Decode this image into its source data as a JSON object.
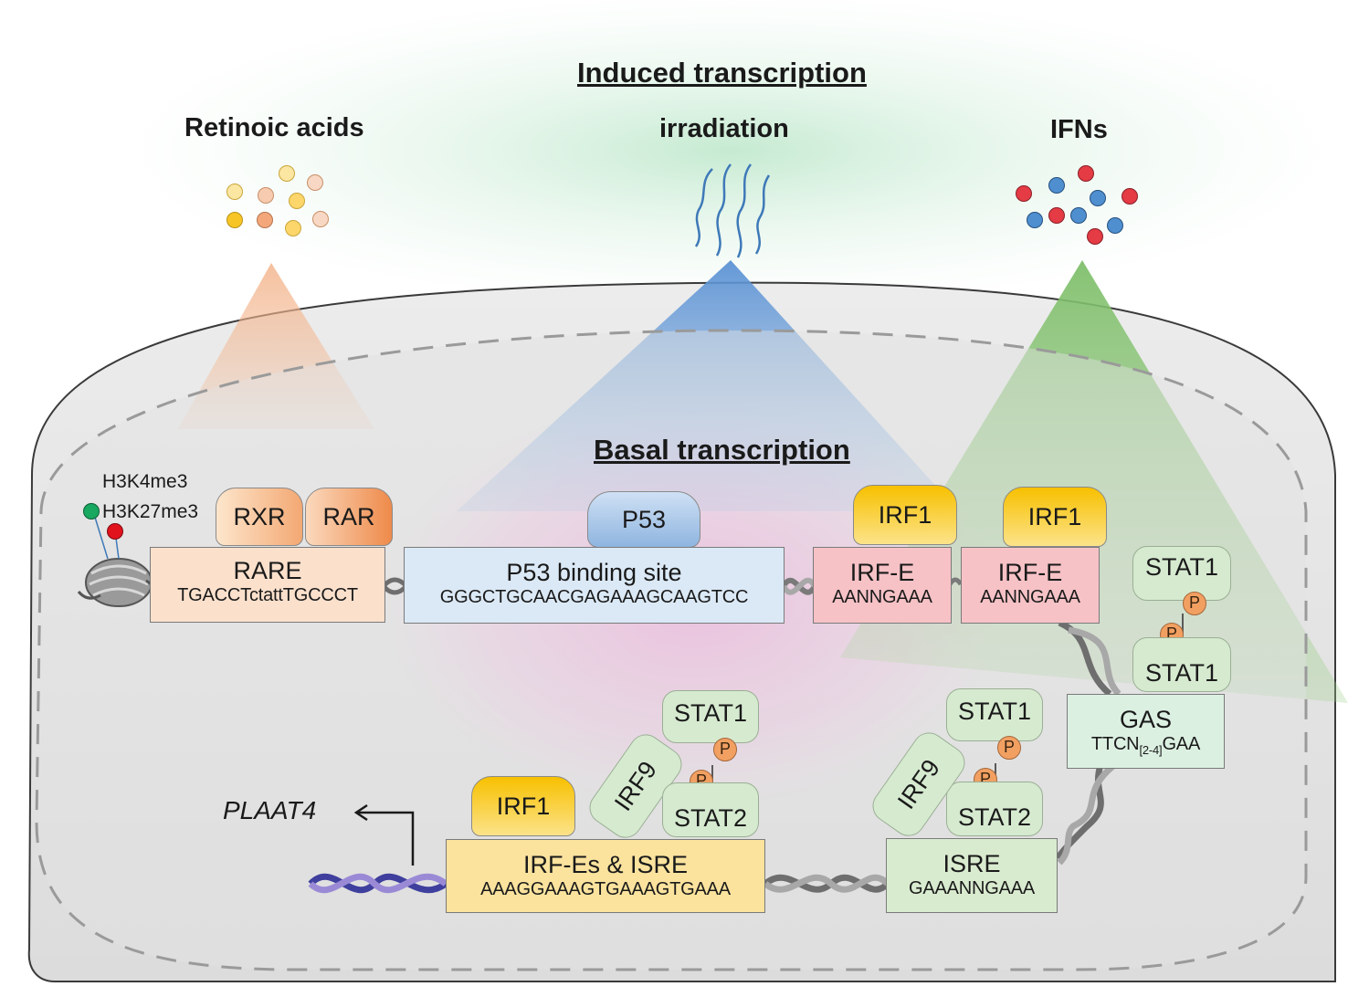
{
  "induced_title": "Induced transcription",
  "basal_title": "Basal transcription",
  "stimuli": {
    "retinoic": "Retinoic acids",
    "irradiation": "irradiation",
    "ifns": "IFNs"
  },
  "histone_marks": [
    "H3K4me3",
    "H3K27me3"
  ],
  "proteins": {
    "rxr": "RXR",
    "rar": "RAR",
    "p53": "P53",
    "irf1": "IRF1",
    "irf9": "IRF9",
    "stat1": "STAT1",
    "stat2": "STAT2",
    "phospho": "P"
  },
  "elements": {
    "rare": {
      "name": "RARE",
      "seq": "TGACCTctattTGCCCT"
    },
    "p53_site": {
      "name": "P53 binding site",
      "seq": "GGGCTGCAACGAGAAAGCAAGTCC"
    },
    "irfe": {
      "name": "IRF-E",
      "seq": "AANNGAAA"
    },
    "gas": {
      "name": "GAS",
      "seq_pre": "TTCN",
      "seq_sub": "[2-4]",
      "seq_post": "GAA"
    },
    "isre": {
      "name": "ISRE",
      "seq": "GAAANNGAAA"
    },
    "irfes_isre": {
      "name": "IRF-Es & ISRE",
      "seq": "AAAGGAAAGTGAAAGTGAAA"
    }
  },
  "gene": "PLAAT4",
  "colors": {
    "retinoic_cone": "#f3b58d",
    "irradiation_cone": "#6f9fd8",
    "ifn_cone": "#8cc47a",
    "basal_glow": "#f2a8e0",
    "irf1": "#f7c000",
    "stat": "#d6ead0",
    "p53": "#a9c8ea",
    "rare_box": "#fbe0cc",
    "p53_box": "#dbe9f6",
    "irfe_box": "#f6c2c6",
    "gas_box": "#dcf0e2",
    "isre_box": "#d9ebcf",
    "irfes_box": "#fbe39e",
    "ifn_red": "#e43b45",
    "ifn_blue": "#4f8fd0"
  }
}
